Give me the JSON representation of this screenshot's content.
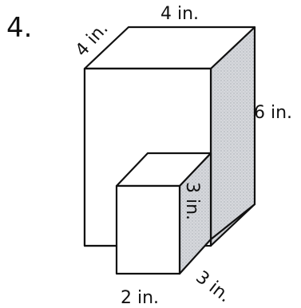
{
  "problem": {
    "number": "4."
  },
  "large_prism": {
    "depth_label": "4 in.",
    "width_label": "4 in.",
    "height_label": "6 in."
  },
  "small_prism": {
    "height_label": "3 in.",
    "depth_label": "3 in.",
    "width_label": "2 in."
  },
  "colors": {
    "stroke": "#111111",
    "face": "#ffffff",
    "shaded_side": "#c9ccd2"
  }
}
